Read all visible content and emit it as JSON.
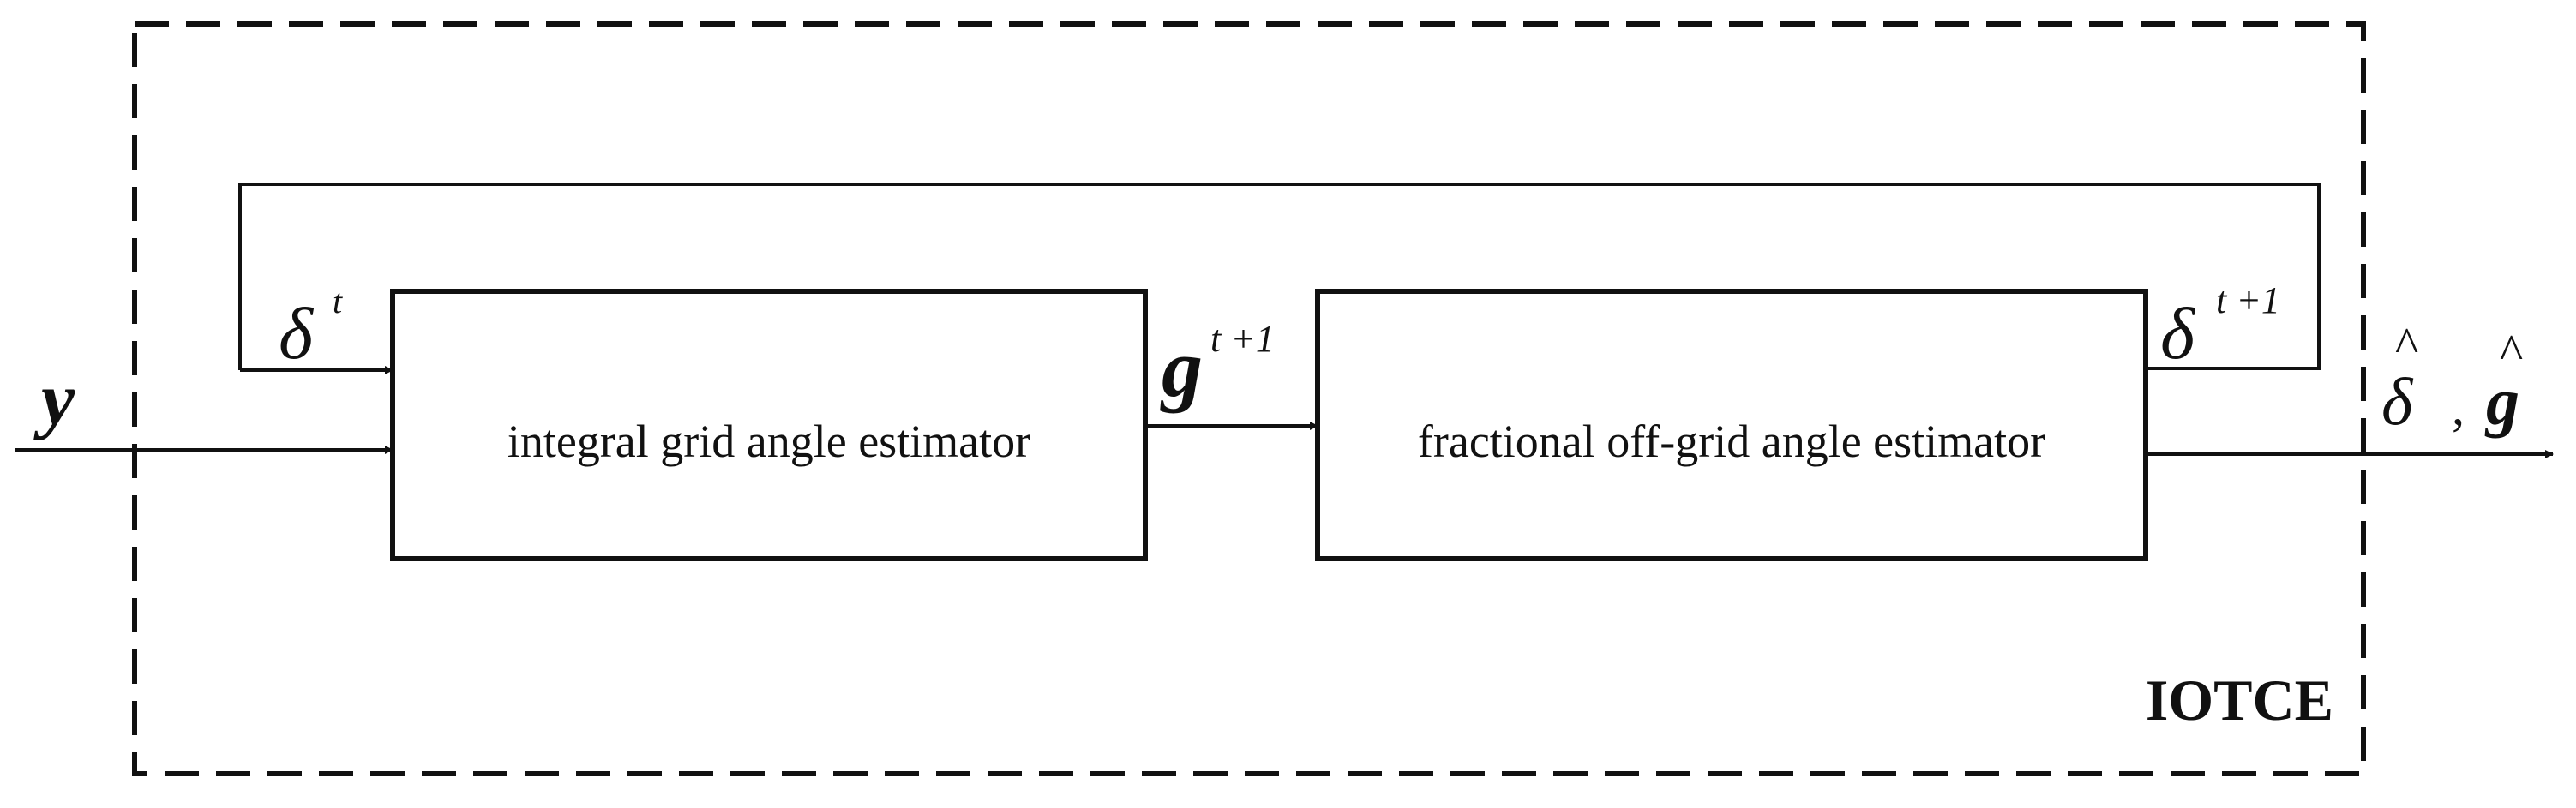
{
  "diagram": {
    "module_name": "IOTCE",
    "blocks": {
      "integral": {
        "label": "integral grid angle estimator"
      },
      "fractional": {
        "label": "fractional off-grid angle estimator"
      }
    },
    "signals": {
      "input": {
        "symbol": "y"
      },
      "feedback_in": {
        "symbol": "δ",
        "superscript": "t"
      },
      "intermediate": {
        "symbol": "g",
        "superscript": "t +1"
      },
      "feedback_out": {
        "symbol": "δ",
        "superscript": "t +1"
      },
      "output": {
        "symbol_1": "δ",
        "hat_1": "^",
        "separator": ",",
        "symbol_2": "g",
        "hat_2": "^"
      }
    },
    "style": {
      "line_color": "#111111",
      "background": "#ffffff"
    }
  }
}
